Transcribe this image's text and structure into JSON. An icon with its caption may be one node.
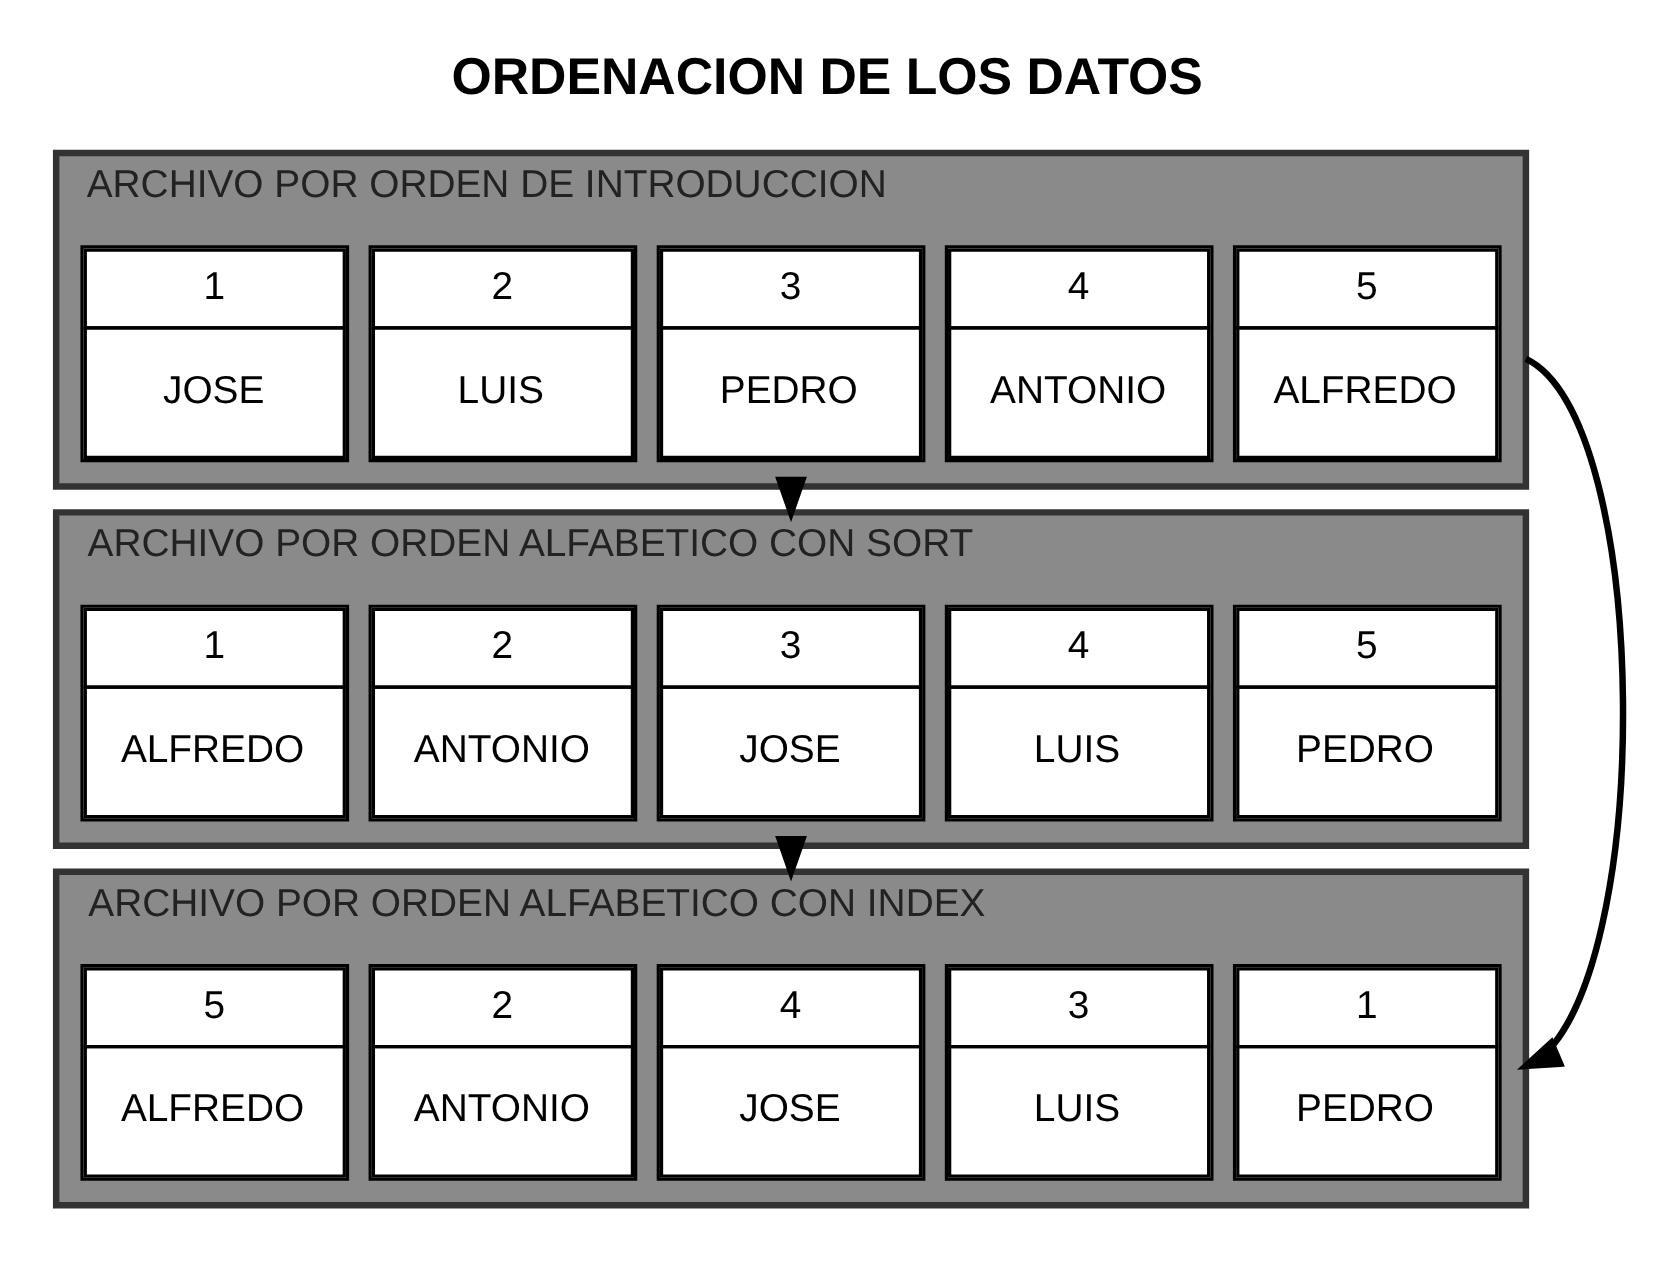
{
  "diagram": {
    "title": "ORDENACION DE LOS DATOS",
    "nodes": [
      {
        "text": [
          "ARCHIVO POR ORDEN DE INTRODUCCION"
        ]
      },
      {
        "text": [
          "1",
          "JOSE"
        ],
        "in": 0
      },
      {
        "text": [
          "2",
          "LUIS"
        ],
        "in": 0
      },
      {
        "text": [
          "3",
          "PEDRO"
        ],
        "in": 0
      },
      {
        "text": [
          "4",
          "ANTONIO"
        ],
        "in": 0
      },
      {
        "text": [
          "5",
          "ALFREDO"
        ],
        "in": 0
      },
      {
        "text": [
          "ARCHIVO POR ORDEN ALFABETICO CON SORT"
        ]
      },
      {
        "text": [
          "1",
          "ALFREDO"
        ],
        "in": 6
      },
      {
        "text": [
          "2",
          "ANTONIO"
        ],
        "in": 6
      },
      {
        "text": [
          "3",
          "JOSE"
        ],
        "in": 6
      },
      {
        "text": [
          "4",
          "LUIS"
        ],
        "in": 6
      },
      {
        "text": [
          "5",
          "PEDRO"
        ],
        "in": 6
      },
      {
        "text": [
          "ARCHIVO POR ORDEN ALFABETICO CON INDEX"
        ]
      },
      {
        "text": [
          "5",
          "ALFREDO"
        ],
        "in": 12
      },
      {
        "text": [
          "2",
          "ANTONIO"
        ],
        "in": 12
      },
      {
        "text": [
          "4",
          "JOSE"
        ],
        "in": 12
      },
      {
        "text": [
          "3",
          "LUIS"
        ],
        "in": 12
      },
      {
        "text": [
          "1",
          "PEDRO"
        ],
        "in": 12
      }
    ],
    "edges": [
      {
        "from": 0,
        "to": 6,
        "arrow": "to"
      },
      {
        "from": 6,
        "to": 12,
        "arrow": "to"
      },
      {
        "from": 0,
        "to": 12,
        "arrow": "to"
      }
    ]
  }
}
